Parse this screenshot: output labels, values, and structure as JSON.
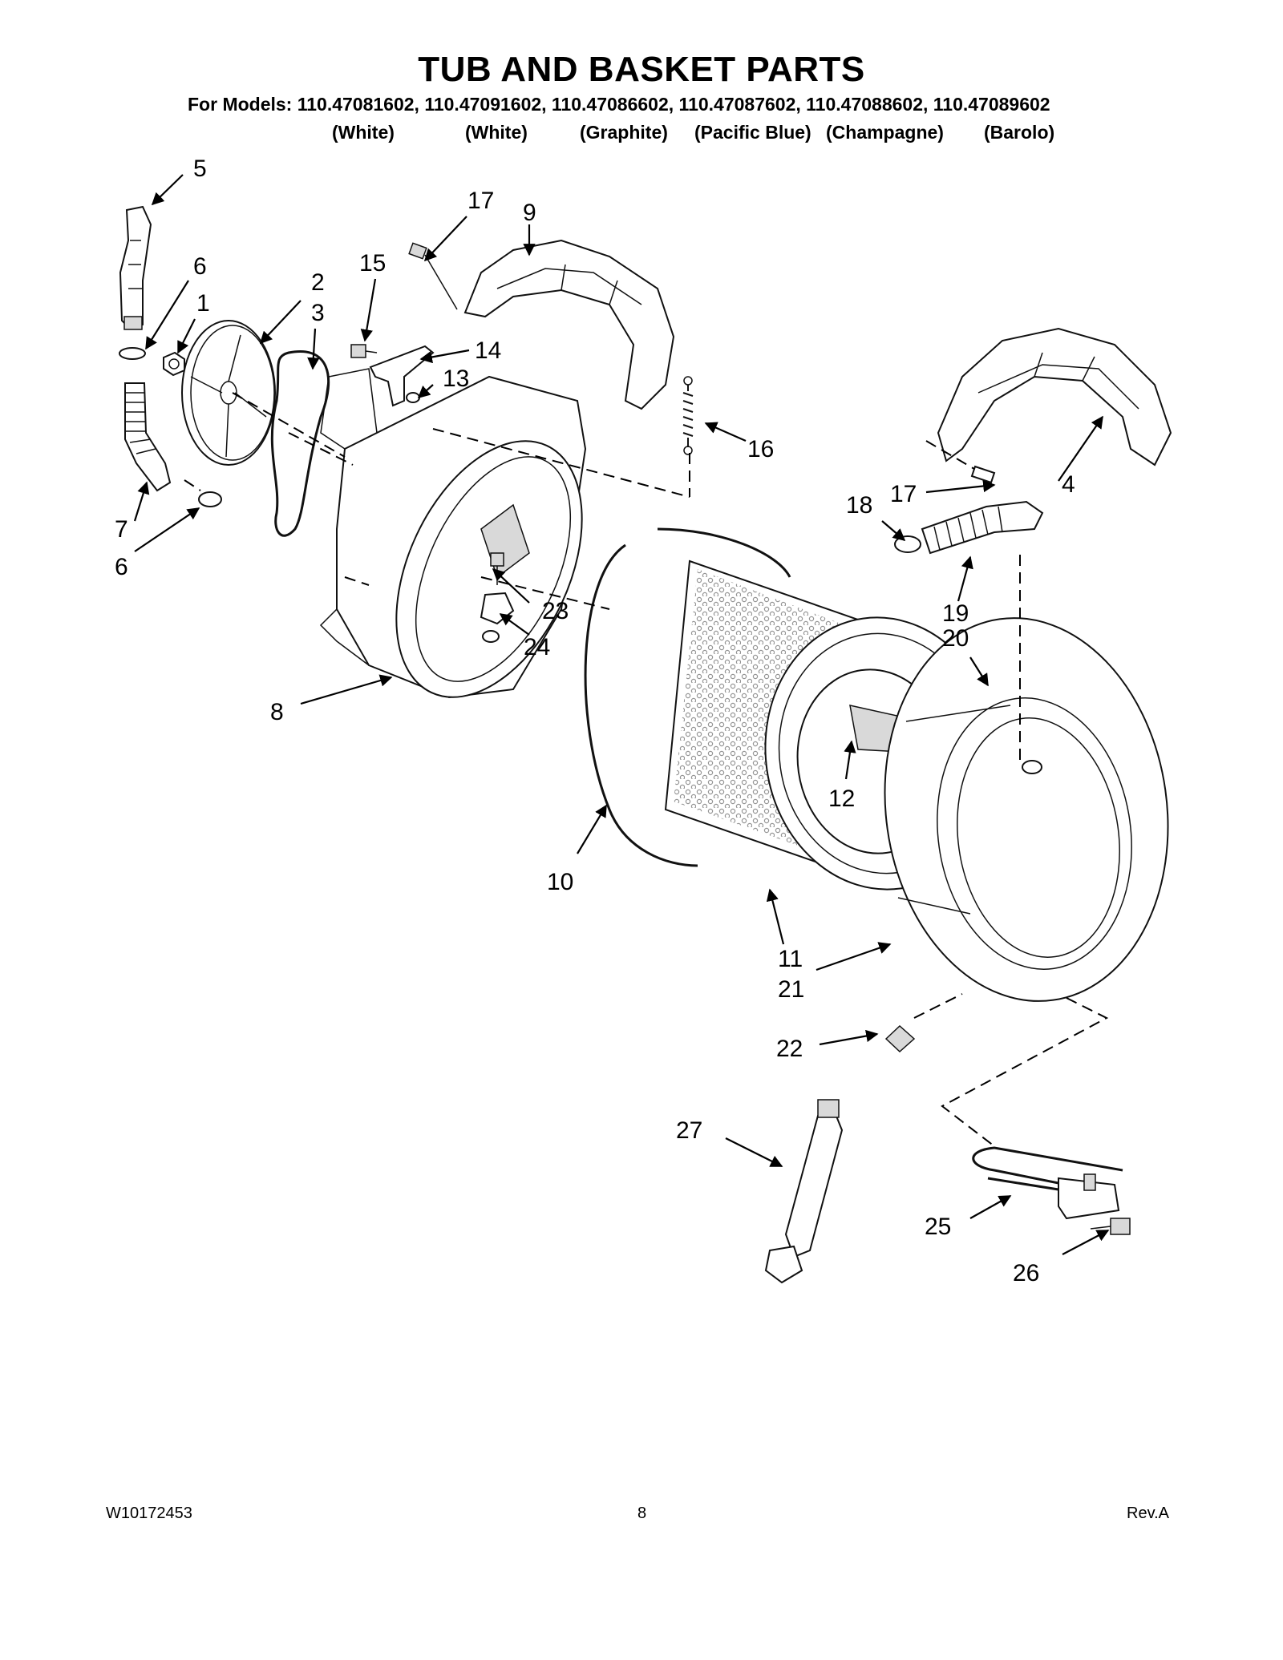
{
  "header": {
    "title": "TUB AND BASKET PARTS",
    "models_line": "For Models: 110.47081602, 110.47091602, 110.47086602, 110.47087602, 110.47088602, 110.47089602",
    "colors": [
      "(White)",
      "(White)",
      "(Graphite)",
      "(Pacific Blue)",
      "(Champagne)",
      "(Barolo)"
    ]
  },
  "callouts": {
    "c1": "1",
    "c2": "2",
    "c3": "3",
    "c4": "4",
    "c5": "5",
    "c6a": "6",
    "c6b": "6",
    "c7": "7",
    "c8": "8",
    "c9": "9",
    "c10": "10",
    "c11": "11",
    "c12": "12",
    "c13": "13",
    "c14": "14",
    "c15": "15",
    "c16": "16",
    "c17a": "17",
    "c17b": "17",
    "c18": "18",
    "c19": "19",
    "c20": "20",
    "c21": "21",
    "c22": "22",
    "c23": "23",
    "c24": "24",
    "c25": "25",
    "c26": "26",
    "c27": "27"
  },
  "footer": {
    "doc_number": "W10172453",
    "page_number": "8",
    "revision": "Rev.A"
  }
}
